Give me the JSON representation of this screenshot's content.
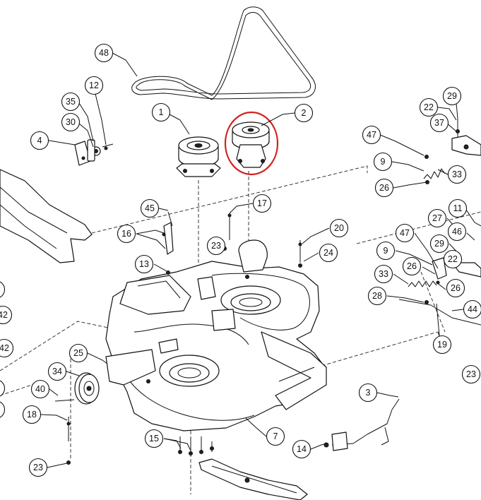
{
  "callouts": [
    {
      "id": "48",
      "label": "48"
    },
    {
      "id": "12",
      "label": "12"
    },
    {
      "id": "35",
      "label": "35"
    },
    {
      "id": "30",
      "label": "30"
    },
    {
      "id": "4",
      "label": "4"
    },
    {
      "id": "1",
      "label": "1"
    },
    {
      "id": "2",
      "label": "2"
    },
    {
      "id": "29a",
      "label": "29"
    },
    {
      "id": "22a",
      "label": "22"
    },
    {
      "id": "37",
      "label": "37"
    },
    {
      "id": "47a",
      "label": "47"
    },
    {
      "id": "9a",
      "label": "9"
    },
    {
      "id": "33a",
      "label": "33"
    },
    {
      "id": "26a",
      "label": "26"
    },
    {
      "id": "17",
      "label": "17"
    },
    {
      "id": "45",
      "label": "45"
    },
    {
      "id": "16",
      "label": "16"
    },
    {
      "id": "20",
      "label": "20"
    },
    {
      "id": "23a",
      "label": "23"
    },
    {
      "id": "24",
      "label": "24"
    },
    {
      "id": "13",
      "label": "13"
    },
    {
      "id": "11",
      "label": "11"
    },
    {
      "id": "27",
      "label": "27"
    },
    {
      "id": "46",
      "label": "46"
    },
    {
      "id": "29b",
      "label": "29"
    },
    {
      "id": "47b",
      "label": "47"
    },
    {
      "id": "9b",
      "label": "9"
    },
    {
      "id": "22b",
      "label": "22"
    },
    {
      "id": "26b",
      "label": "26"
    },
    {
      "id": "33b",
      "label": "33"
    },
    {
      "id": "26c",
      "label": "26"
    },
    {
      "id": "28",
      "label": "28"
    },
    {
      "id": "44",
      "label": "44"
    },
    {
      "id": "19",
      "label": "19"
    },
    {
      "id": "42a",
      "label": "42"
    },
    {
      "id": "42b",
      "label": "42"
    },
    {
      "id": "25",
      "label": "25"
    },
    {
      "id": "34",
      "label": "34"
    },
    {
      "id": "40",
      "label": "40"
    },
    {
      "id": "18",
      "label": "18"
    },
    {
      "id": "23b",
      "label": "23"
    },
    {
      "id": "15",
      "label": "15"
    },
    {
      "id": "7",
      "label": "7"
    },
    {
      "id": "3",
      "label": "3"
    },
    {
      "id": "14",
      "label": "14"
    },
    {
      "id": "23c",
      "label": "23"
    }
  ],
  "highlighted_part": "2",
  "colors": {
    "line": "#111111",
    "highlight": "#d42020",
    "background": "#ffffff"
  }
}
